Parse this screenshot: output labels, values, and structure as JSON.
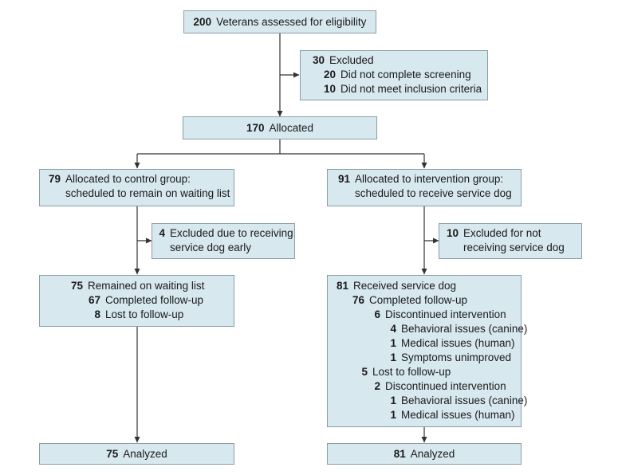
{
  "assessed": {
    "n": "200",
    "label": "Veterans assessed for eligibility"
  },
  "excluded": {
    "n": "30",
    "label": "Excluded",
    "items": [
      {
        "n": "20",
        "label": "Did not complete screening"
      },
      {
        "n": "10",
        "label": "Did not meet inclusion criteria"
      }
    ]
  },
  "allocated": {
    "n": "170",
    "label": "Allocated"
  },
  "control": {
    "allocated": {
      "n": "79",
      "line1": "Allocated to control group:",
      "line2": "scheduled to remain on waiting list"
    },
    "excluded": {
      "n": "4",
      "line1": "Excluded due to receiving",
      "line2": "service dog early"
    },
    "followup": [
      {
        "n": "75",
        "label": "Remained on waiting list"
      },
      {
        "n": "67",
        "label": "Completed follow-up"
      },
      {
        "n": "8",
        "label": "Lost to follow-up"
      }
    ],
    "analyzed": {
      "n": "75",
      "label": "Analyzed"
    }
  },
  "intervention": {
    "allocated": {
      "n": "91",
      "line1": "Allocated to intervention group:",
      "line2": "scheduled to receive service dog"
    },
    "excluded": {
      "n": "10",
      "line1": "Excluded for not",
      "line2": "receiving service dog"
    },
    "followup": [
      {
        "n": "81",
        "label": "Received service dog"
      },
      {
        "n": "76",
        "label": "Completed follow-up"
      },
      {
        "n": "6",
        "label": "Discontinued intervention"
      },
      {
        "n": "4",
        "label": "Behavioral issues (canine)"
      },
      {
        "n": "1",
        "label": "Medical issues (human)"
      },
      {
        "n": "1",
        "label": "Symptoms unimproved"
      },
      {
        "n": "5",
        "label": "Lost to follow-up"
      },
      {
        "n": "2",
        "label": "Discontinued intervention"
      },
      {
        "n": "1",
        "label": "Behavioral issues (canine)"
      },
      {
        "n": "1",
        "label": "Medical issues (human)"
      }
    ],
    "analyzed": {
      "n": "81",
      "label": "Analyzed"
    }
  },
  "colors": {
    "box_fill": "#d7e8ee",
    "box_border": "#8a9ea6",
    "line": "#333333"
  }
}
